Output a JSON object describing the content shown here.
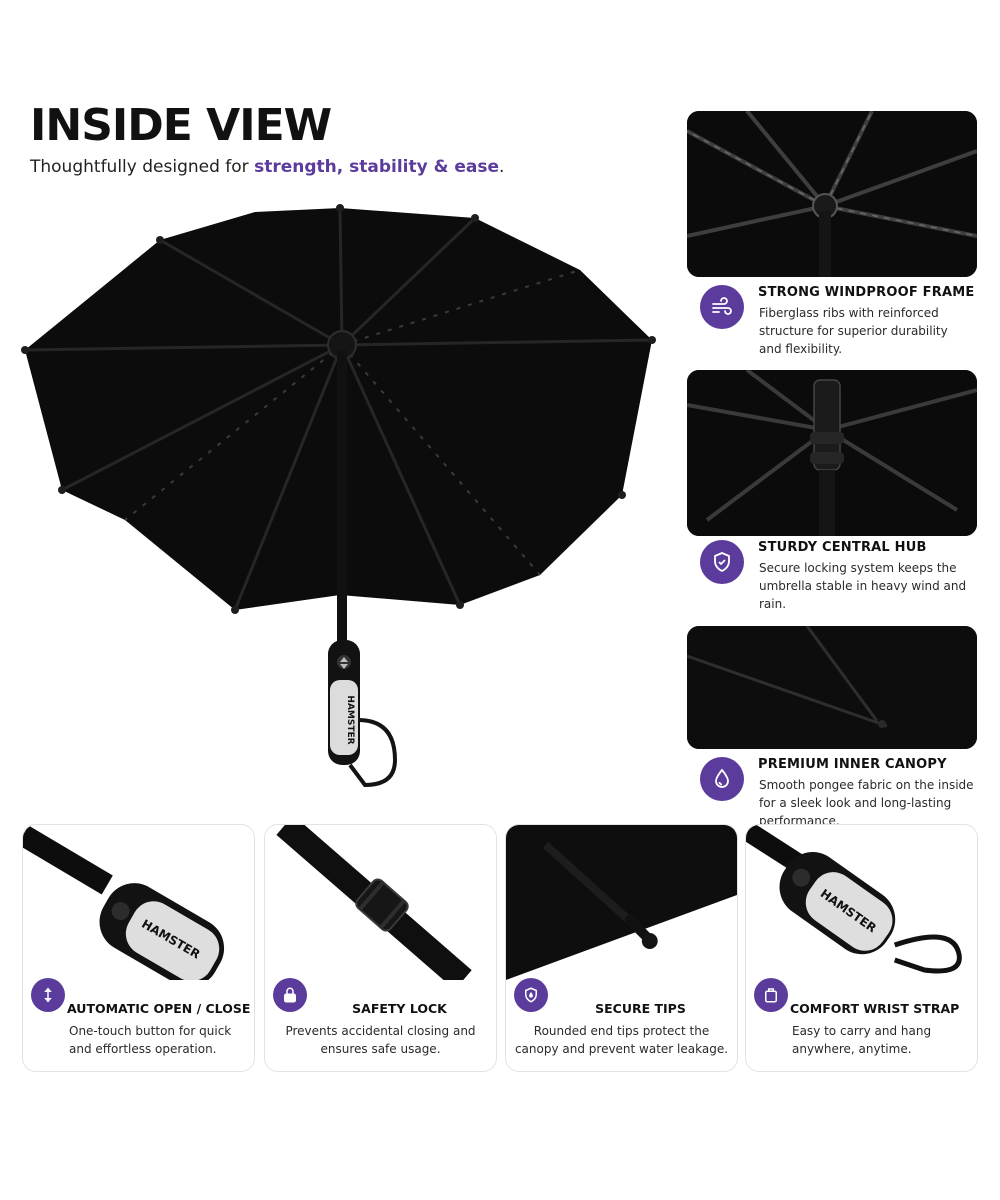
{
  "header": {
    "title": "INSIDE VIEW",
    "subtitle_prefix": "Thoughtfully designed for ",
    "subtitle_accent": "strength, stability & ease",
    "subtitle_suffix": "."
  },
  "hero": {
    "brand_text": "HAMSTER"
  },
  "side_features": [
    {
      "icon": "wind-icon",
      "title": "STRONG WINDPROOF FRAME",
      "description": "Fiberglass ribs with reinforced structure for superior durability and flexibility."
    },
    {
      "icon": "shield-check-icon",
      "title": "STURDY CENTRAL HUB",
      "description": "Secure locking system keeps the umbrella stable in heavy wind and rain."
    },
    {
      "icon": "water-drop-icon",
      "title": "PREMIUM INNER CANOPY",
      "description": "Smooth pongee fabric on the inside for a sleek look and long-lasting performance."
    }
  ],
  "bottom_features": [
    {
      "icon": "up-down-arrows-icon",
      "title": "AUTOMATIC OPEN / CLOSE",
      "description": "One-touch button for quick and effortless operation.",
      "image_brand": "HAMSTER"
    },
    {
      "icon": "padlock-icon",
      "title": "SAFETY LOCK",
      "description": "Prevents accidental closing and ensures safe usage."
    },
    {
      "icon": "shield-icon",
      "title": "SECURE TIPS",
      "description": "Rounded end tips protect the canopy and prevent water leakage."
    },
    {
      "icon": "bag-icon",
      "title": "COMFORT WRIST STRAP",
      "description": "Easy to carry and hang anywhere, anytime.",
      "image_brand": "HAMSTER"
    }
  ],
  "colors": {
    "accent": "#5b3c9c",
    "canopy": "#0d0d0d",
    "text": "#161616"
  }
}
